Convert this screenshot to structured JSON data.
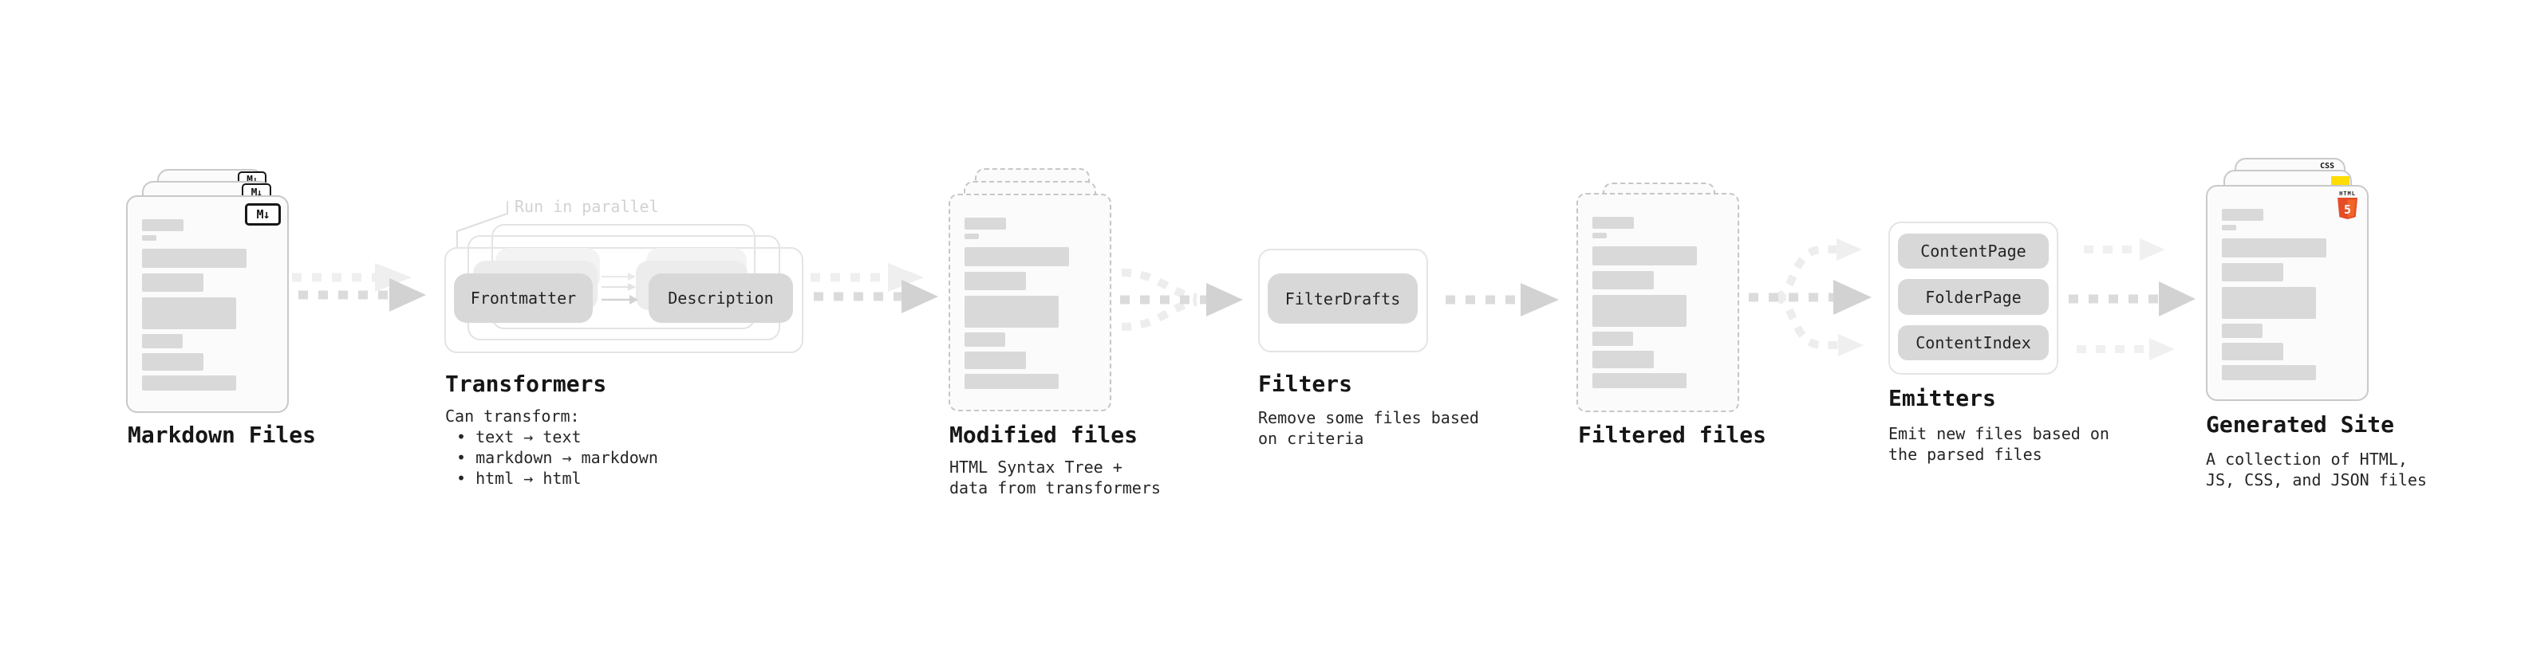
{
  "nodes": {
    "markdown_files": {
      "title": "Markdown Files",
      "icon_label": "M↓"
    },
    "transformers": {
      "title": "Transformers",
      "annotation": "Run in parallel",
      "pill_left": "Frontmatter",
      "pill_right": "Description",
      "caption": "Can transform:",
      "bullets": [
        "• text → text",
        "• markdown → markdown",
        "• html → html"
      ]
    },
    "modified_files": {
      "title": "Modified files",
      "caption_lines": [
        "HTML Syntax Tree +",
        "data from transformers"
      ]
    },
    "filters": {
      "title": "Filters",
      "pill": "FilterDrafts",
      "caption_lines": [
        "Remove some files based",
        "on criteria"
      ]
    },
    "filtered_files": {
      "title": "Filtered files"
    },
    "emitters": {
      "title": "Emitters",
      "pills": [
        "ContentPage",
        "FolderPage",
        "ContentIndex"
      ],
      "caption_lines": [
        "Emit new files based on",
        "the parsed files"
      ]
    },
    "generated_site": {
      "title": "Generated Site",
      "caption_lines": [
        "A collection of HTML,",
        "JS, CSS, and JSON files"
      ],
      "badges": {
        "css": "CSS",
        "html_label": "HTML",
        "html_number": "5"
      }
    }
  },
  "colors": {
    "html5_orange": "#e44d26",
    "html5_orange_light": "#f16529",
    "js_yellow": "#ffdd00",
    "css_blue": "#2a6df4",
    "skeleton_bar_gray": "#d9d9d9",
    "arrow_gray": "#dbdbdb",
    "arrow_light_gray": "#efefef",
    "annotation_gray": "#d2d2d2",
    "text_dark": "#1b1b1b"
  }
}
